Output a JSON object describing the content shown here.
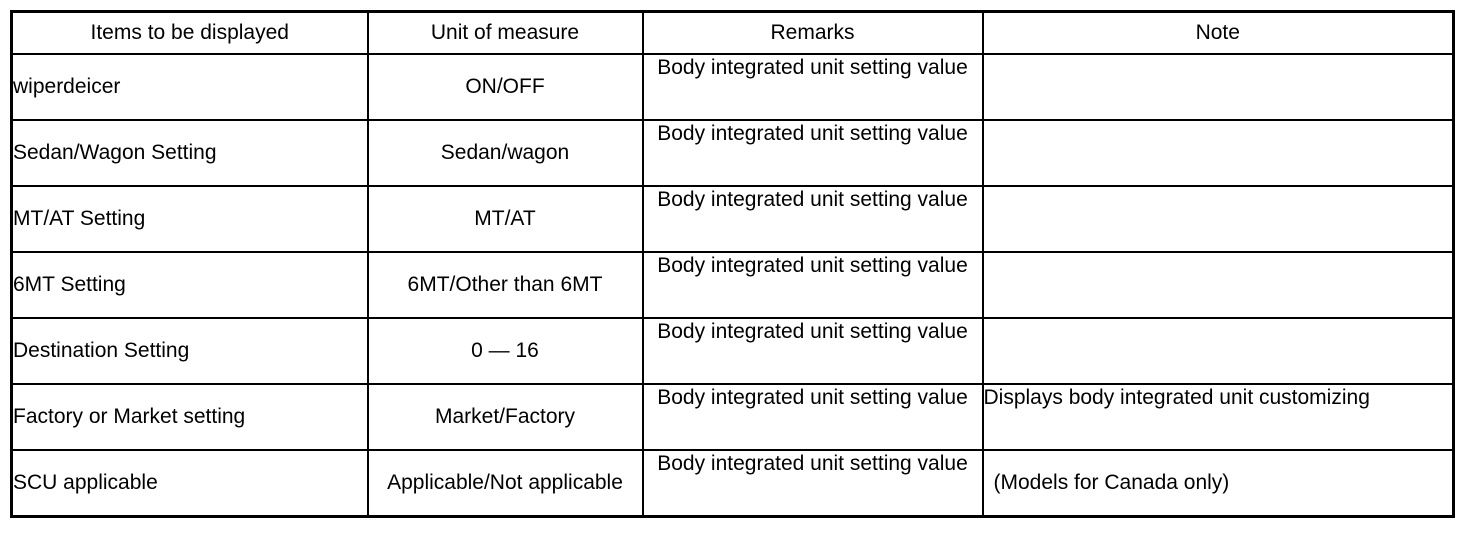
{
  "table": {
    "columns": [
      {
        "key": "items",
        "label": "Items to be displayed"
      },
      {
        "key": "unit",
        "label": "Unit of measure"
      },
      {
        "key": "remarks",
        "label": "Remarks"
      },
      {
        "key": "note",
        "label": "Note"
      }
    ],
    "rows": [
      {
        "items": "wiperdeicer",
        "unit": "ON/OFF",
        "remarks": "Body integrated unit setting value",
        "note": ""
      },
      {
        "items": "Sedan/Wagon Setting",
        "unit": "Sedan/wagon",
        "remarks": "Body integrated unit setting value",
        "note": ""
      },
      {
        "items": "MT/AT Setting",
        "unit": "MT/AT",
        "remarks": "Body integrated unit setting value",
        "note": ""
      },
      {
        "items": "6MT Setting",
        "unit": "6MT/Other than 6MT",
        "remarks": "Body integrated unit setting value",
        "note": ""
      },
      {
        "items": "Destination Setting",
        "unit": "0 — 16",
        "remarks": "Body integrated unit setting value",
        "note": ""
      },
      {
        "items": "Factory or Market setting",
        "unit": "Market/Factory",
        "remarks": "Body integrated unit setting value",
        "note": "Displays body integrated unit customizing"
      },
      {
        "items": "SCU applicable",
        "unit": "Applicable/Not applicable",
        "remarks": "Body integrated unit setting value",
        "note": "(Models for Canada only)"
      }
    ]
  },
  "style": {
    "border_color": "#000000",
    "text_color": "#000000",
    "background": "#ffffff"
  }
}
